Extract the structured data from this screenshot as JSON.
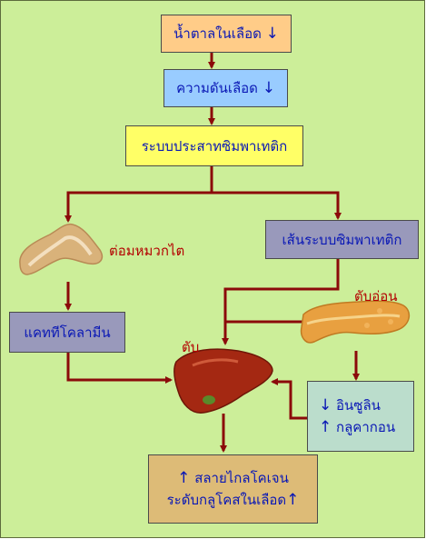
{
  "colors": {
    "background": "#ccee99",
    "arrow": "#8b0a0a",
    "text_blue": "#0a18b5",
    "label_red": "#b30000",
    "box_orange": "#ffcc88",
    "box_lightblue": "#99ccff",
    "box_yellow": "#ffff66",
    "box_slate": "#9999bb",
    "box_teal": "#bbddcc",
    "box_tan": "#ddbb77"
  },
  "boxes": {
    "blood_sugar": {
      "text": "น้ำตาลในเลือด",
      "arrow": "↓"
    },
    "blood_pressure": {
      "text": "ความดันเลือด",
      "arrow": "↓"
    },
    "sympathetic_system": {
      "text": "ระบบประสาทซิมพาเทติก"
    },
    "sympathetic_nerve": {
      "text": "เส้นระบบซิมพาเทติก"
    },
    "catecholamine": {
      "text": "แคททีโคลามีน"
    },
    "insulin_glucagon": {
      "line1_arrow": "↓",
      "line1_text": "อินซูลิน",
      "line2_arrow": "↑",
      "line2_text": "กลูคากอน"
    },
    "result": {
      "line1_arrow": "↑",
      "line1_text": "สลายไกลโคเจน",
      "line2_text": "ระดับกลูโคสในเลือด",
      "line2_arrow": "↑"
    }
  },
  "labels": {
    "adrenal": "ต่อมหมวกไต",
    "pancreas": "ตับอ่อน",
    "liver": "ตับ"
  },
  "icons": {
    "adrenal": "adrenal-gland-illustration",
    "pancreas": "pancreas-illustration",
    "liver": "liver-illustration"
  }
}
